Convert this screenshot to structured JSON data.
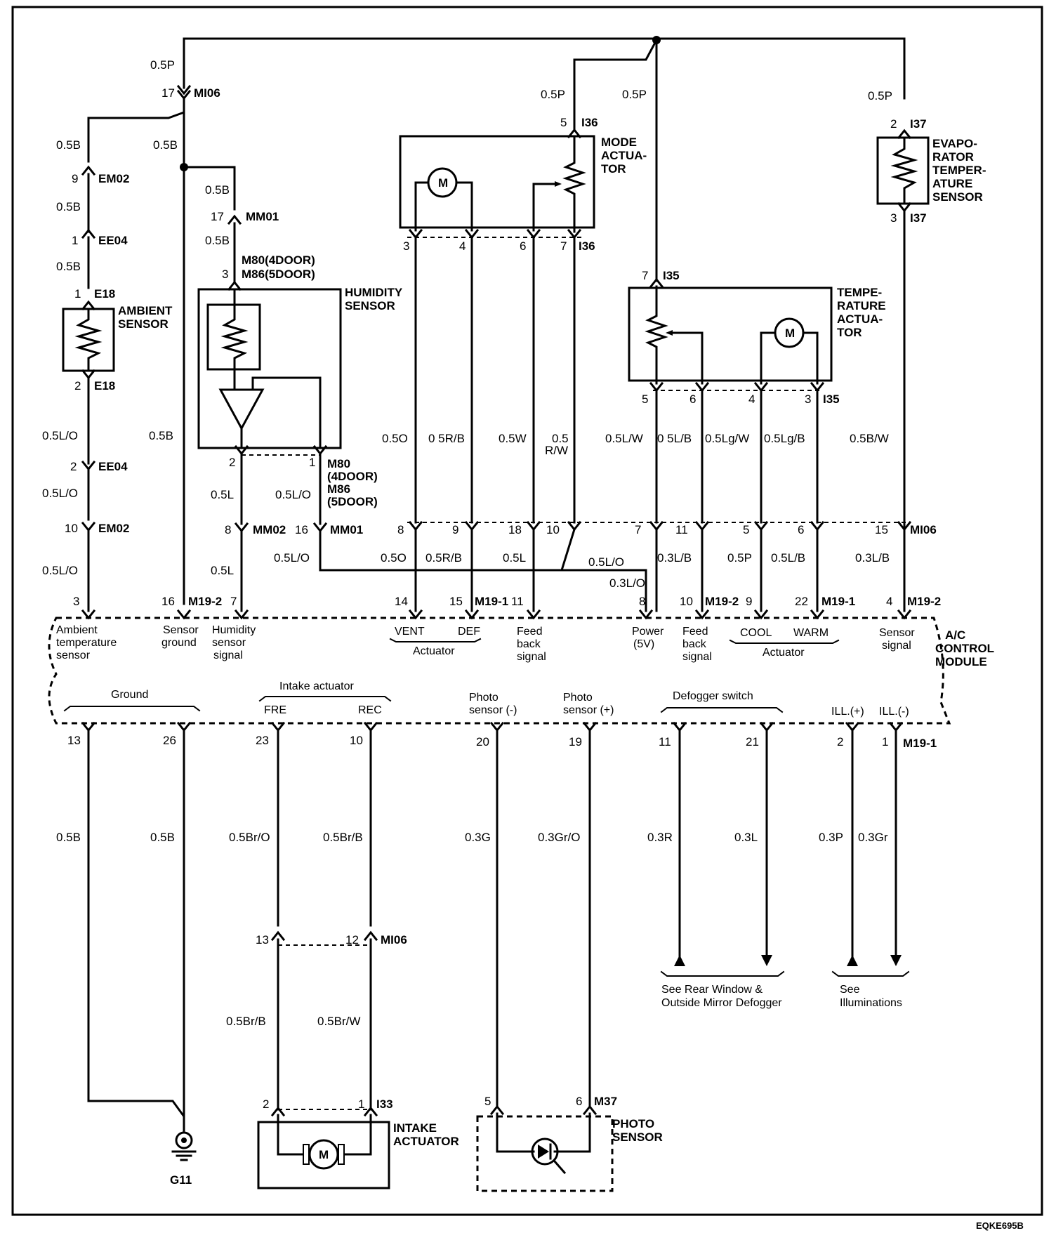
{
  "diagram_code": "EQKE695B",
  "components": {
    "ambient_sensor": "AMBIENT\nSENSOR",
    "humidity_sensor": "HUMIDITY\nSENSOR",
    "mode_actuator": "MODE\nACTUA-\nTOR",
    "temperature_actuator": "TEMPE-\nRATURE\nACTUA-\nTOR",
    "evaporator_sensor": "EVAPO-\nRATOR\nTEMPER-\nATURE\nSENSOR",
    "ac_control_module": "A/C\nCONTROL\nMODULE",
    "intake_actuator": "INTAKE\nACTUATOR",
    "photo_sensor": "PHOTO\nSENSOR",
    "ground": "G11",
    "motor_symbol": "M"
  },
  "module_pins_top": [
    {
      "pin": "3",
      "label": "Ambient\ntemperature\nsensor"
    },
    {
      "pin": "16",
      "conn": "M19-2",
      "label": "Sensor\nground"
    },
    {
      "pin": "7",
      "label": "Humidity\nsensor\nsignal"
    },
    {
      "pin": "14",
      "label": "VENT"
    },
    {
      "pin": "15",
      "conn": "M19-1",
      "label": "DEF"
    },
    {
      "pin": "11",
      "label": "Feed\nback\nsignal"
    },
    {
      "pin": "8",
      "label": "Power\n(5V)"
    },
    {
      "pin": "10",
      "conn": "M19-2",
      "label": "Feed\nback\nsignal"
    },
    {
      "pin": "9",
      "label": "COOL"
    },
    {
      "pin": "22",
      "conn": "M19-1",
      "label": "WARM"
    },
    {
      "pin": "4",
      "conn": "M19-2",
      "label": "Sensor\nsignal"
    }
  ],
  "module_groups_top": {
    "actuator_mode": "Actuator",
    "actuator_temp": "Actuator"
  },
  "module_pins_bottom": [
    {
      "pin": "13"
    },
    {
      "pin": "26"
    },
    {
      "pin": "23",
      "label": "FRE"
    },
    {
      "pin": "10",
      "label": "REC"
    },
    {
      "pin": "20",
      "label": "Photo\nsensor (-)"
    },
    {
      "pin": "19",
      "label": "Photo\nsensor (+)"
    },
    {
      "pin": "11"
    },
    {
      "pin": "21"
    },
    {
      "pin": "2",
      "label": "ILL.(+)"
    },
    {
      "pin": "1",
      "conn": "M19-1",
      "label": "ILL.(-)"
    }
  ],
  "module_groups_bottom": {
    "ground": "Ground",
    "intake": "Intake actuator",
    "defogger": "Defogger switch"
  },
  "notes": {
    "defogger": "See Rear Window &\nOutside Mirror Defogger",
    "illum": "See\nIlluminations"
  },
  "connectors": {
    "MI06": "MI06",
    "EM02": "EM02",
    "EE04": "EE04",
    "E18": "E18",
    "MM01": "MM01",
    "MM02": "MM02",
    "M80": "M80(4DOOR)",
    "M86": "M86(5DOOR)",
    "M80b": "M80\n(4DOOR)\nM86\n(5DOOR)",
    "I36": "I36",
    "I35": "I35",
    "I37": "I37",
    "I33": "I33",
    "M37": "M37",
    "M19_1": "M19-1",
    "M19_2": "M19-2"
  },
  "wire_colors": [
    "0.5P",
    "0.5B",
    "0.5L/O",
    "0.5L",
    "0.5O",
    "0.5R/B",
    "0.5W",
    "0.5\nR/W",
    "0.5L/W",
    "0.5L/B",
    "0.5Lg/W",
    "0.5Lg/B",
    "0.5B/W",
    "0.3L/O",
    "0.3L/B",
    "0.5P",
    "0.5L/B",
    "0.3L/B",
    "0.5Br/O",
    "0.5Br/B",
    "0.3G",
    "0.3Gr/O",
    "0.3R",
    "0.3L",
    "0.3P",
    "0.3Gr",
    "0.5Br/W"
  ]
}
